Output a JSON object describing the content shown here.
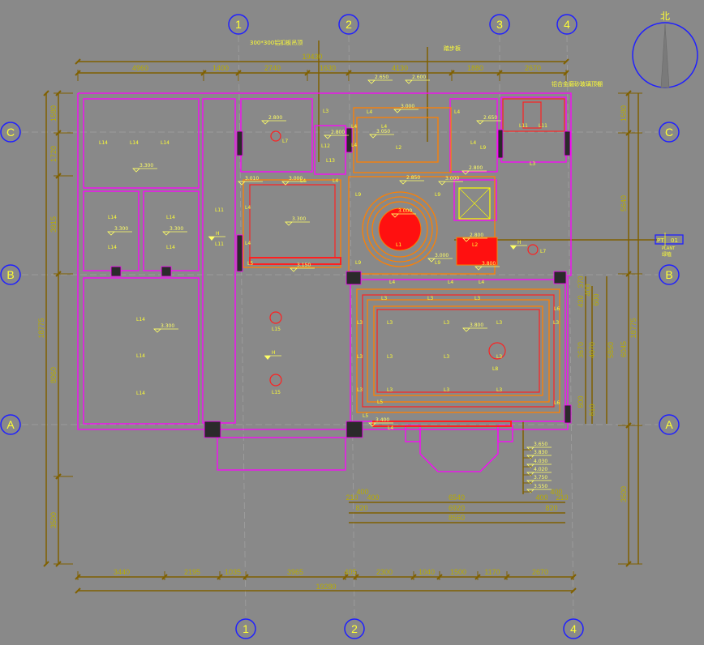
{
  "notes": {
    "ceiling_note": "300*300铝扣板吊顶",
    "stair_note": "踏步板",
    "glass_note": "铝合金磨砂玻璃顶棚",
    "north": "北",
    "plant_tag_prefix": "PT",
    "plant_tag_num": "01",
    "plant_en": "PLANT",
    "plant_cn": "绿植"
  },
  "grid_axes": {
    "top": [
      "1",
      "2",
      "3",
      "4"
    ],
    "bottom": [
      "1",
      "2",
      "4"
    ],
    "left": [
      "C",
      "B",
      "A"
    ],
    "right": [
      "C",
      "B",
      "A"
    ]
  },
  "dimensions": {
    "top_total": "19430",
    "top": [
      "4960",
      "1400",
      "2740",
      "1630",
      "4130",
      "1880",
      "2670"
    ],
    "bottom": [
      "3440",
      "2195",
      "1035",
      "3965",
      "405",
      "2300",
      "1040",
      "1500",
      "1170",
      "2670"
    ],
    "bottom_total": "19280",
    "left": [
      "1580",
      "1720",
      "3915",
      "8060",
      "3500"
    ],
    "left_total": "18775",
    "right": [
      "1580",
      "5640",
      "6045",
      "3500"
    ],
    "right_total": "18775",
    "right_inner": [
      "370",
      "400",
      "600",
      "430",
      "3670",
      "4070",
      "5850",
      "800",
      "810"
    ],
    "bottom_inner_row1": [
      "210",
      "400",
      "400",
      "6540",
      "400",
      "400",
      "210"
    ],
    "bottom_inner_row2": [
      "820",
      "6920",
      "820"
    ],
    "bottom_inner_total": "8560"
  },
  "elevations": [
    "2.650",
    "2.600",
    "2.800",
    "2.800",
    "3.300",
    "3.300",
    "3.300",
    "3.010",
    "3.000",
    "3.300",
    "3.150",
    "3.000",
    "3.050",
    "2.650",
    "2.800",
    "2.850",
    "3.000",
    "3.000",
    "3.000",
    "2.800",
    "3.800",
    "3.300",
    "3.800",
    "3.400"
  ],
  "elevation_stack": [
    "3.650",
    "3.830",
    "4.030",
    "4.020",
    "3.750",
    "3.550"
  ],
  "light_labels": [
    "L14",
    "L14",
    "L14",
    "L14",
    "L14",
    "L14",
    "L14",
    "L11",
    "L11",
    "L14",
    "L14",
    "L14",
    "L15",
    "L15",
    "L7",
    "L7",
    "L3",
    "L12",
    "L13",
    "L2",
    "L9",
    "L1",
    "L2",
    "L9",
    "L9",
    "L9",
    "L9",
    "L8",
    "L3",
    "L3",
    "L3",
    "L3",
    "L3",
    "L3",
    "L3",
    "L3",
    "L3",
    "L3",
    "L3",
    "L3",
    "L3",
    "L3",
    "L3",
    "L3",
    "L5",
    "L5",
    "L6",
    "L6",
    "L11",
    "L11",
    "L3",
    "L4",
    "L4",
    "L4",
    "L4",
    "L4",
    "L4",
    "L4",
    "L4",
    "L4",
    "L4",
    "L4",
    "L4",
    "L4",
    "L4",
    "L5"
  ],
  "height_marks": [
    "H",
    "H",
    "H"
  ],
  "colors": {
    "background": "#898989",
    "wall": "#ff00ff",
    "ceiling": "#ff8000",
    "feature": "#ff2020",
    "dimension_line": "#806000",
    "text": "#ffff33",
    "axis_bubble": "#2020ff"
  }
}
